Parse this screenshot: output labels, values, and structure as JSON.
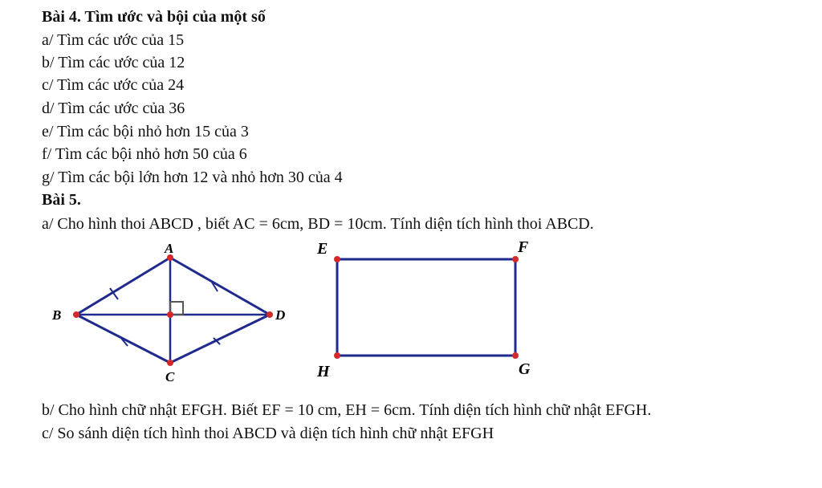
{
  "bai4": {
    "title": "Bài 4. Tìm ước và bội của một số",
    "items": [
      "a/ Tìm các ước của 15",
      "b/ Tìm các ước của 12",
      "c/ Tìm các ước của 24",
      "d/ Tìm các ước của 36",
      "e/ Tìm các bội nhỏ hơn 15 của 3",
      "f/ Tìm các bội nhỏ hơn 50 của 6",
      "g/ Tìm các bội lớn hơn 12 và nhỏ hơn 30 của 4"
    ]
  },
  "bai5": {
    "title": "Bài 5.",
    "part_a": "a/ Cho hình thoi ABCD , biết AC = 6cm, BD = 10cm. Tính diện tích hình thoi ABCD.",
    "part_b": "b/ Cho hình chữ nhật EFGH. Biết EF = 10 cm, EH = 6cm. Tính diện tích hình chữ nhật EFGH.",
    "part_c": "c/ So sánh diện tích hình thoi ABCD và diện tích hình chữ nhật EFGH"
  },
  "rhombus": {
    "labels": {
      "A": "A",
      "B": "B",
      "C": "C",
      "D": "D"
    }
  },
  "rectangle": {
    "labels": {
      "E": "E",
      "F": "F",
      "G": "G",
      "H": "H"
    }
  },
  "colors": {
    "figure_line": "#1f2a8c",
    "vertex_dot": "#d62828",
    "text": "#111111"
  }
}
